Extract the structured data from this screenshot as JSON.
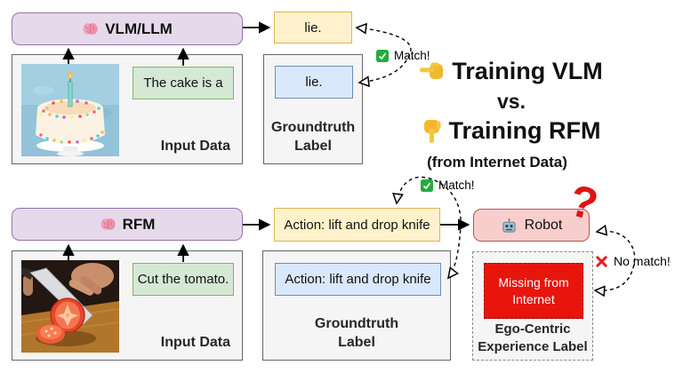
{
  "top_row": {
    "model_label": "VLM/LLM",
    "input_caption": "The cake is a",
    "input_panel_label": "Input Data",
    "prediction": "lie.",
    "groundtruth_value": "lie.",
    "groundtruth_panel_label": "Groundtruth Label",
    "match_label": "Match!"
  },
  "headline": {
    "line1": "Training VLM",
    "line2": "vs.",
    "line3": "Training RFM",
    "line4": "(from Internet Data)"
  },
  "bottom_row": {
    "model_label": "RFM",
    "input_caption": "Cut the tomato.",
    "input_panel_label": "Input Data",
    "prediction": "Action: lift and drop knife",
    "groundtruth_value": "Action: lift and drop knife",
    "groundtruth_panel_label": "Groundtruth Label",
    "match_label": "Match!",
    "robot_label": "Robot",
    "question_mark": "?",
    "missing_label": "Missing from Internet",
    "ego_panel_label": "Ego-Centric Experience Label",
    "no_match_label": "No match!"
  },
  "icons": {
    "model": "brain-icon",
    "match": "check-icon",
    "no_match": "cross-icon",
    "headline_top": "point-left-icon",
    "headline_bottom": "point-down-icon",
    "robot": "robot-icon"
  },
  "colors": {
    "purple_fill": "#E6D9EC",
    "purple_border": "#9673A6",
    "yellow_fill": "#FFF2CC",
    "yellow_border": "#D6B656",
    "green_fill": "#D5E8D4",
    "green_border": "#82B366",
    "blue_fill": "#DAE8FC",
    "blue_border": "#6C8EBF",
    "panel_fill": "#F5F5F5",
    "panel_border": "#666666",
    "pink_fill": "#F8CECC",
    "pink_border": "#B85450",
    "red_fill": "#E8150D",
    "match_green": "#24AB3C",
    "question_red": "#E01212"
  }
}
